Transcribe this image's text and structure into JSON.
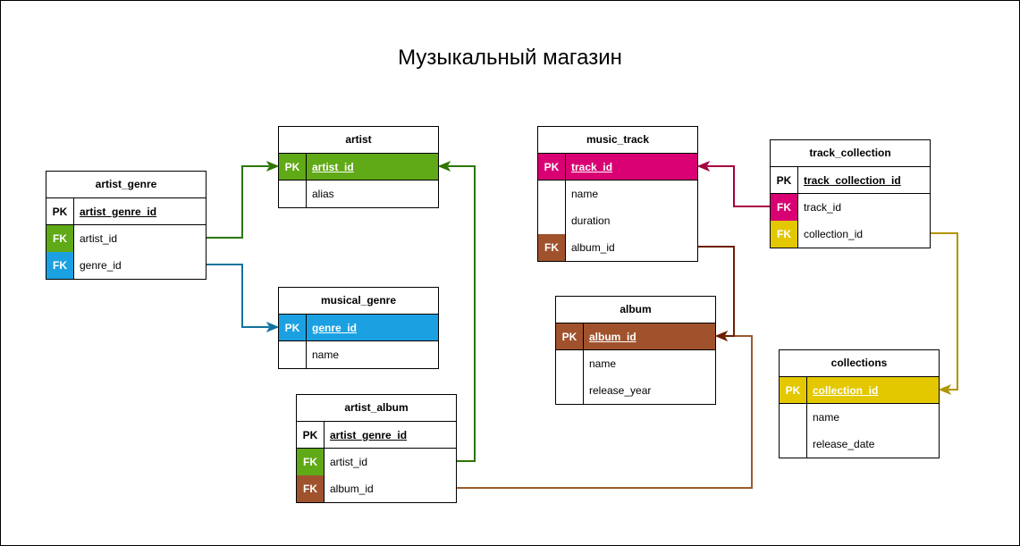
{
  "diagram": {
    "title": "Музыкальный магазин",
    "colors": {
      "green": "#60a917",
      "blue": "#1ba1e2",
      "pink": "#d80073",
      "brown": "#a0522d",
      "yellow": "#e3c800",
      "edge_green": "#2d7600",
      "edge_blue": "#10739e",
      "edge_pink": "#a50040",
      "edge_brown": "#6d1f00",
      "edge_brown_light": "#9b5a2a",
      "edge_yellow": "#b09500"
    },
    "tables": {
      "artist": {
        "name": "artist",
        "rows": [
          {
            "key": "PK",
            "field": "artist_id",
            "color": "green"
          },
          {
            "key": "",
            "field": "alias"
          }
        ]
      },
      "artist_genre": {
        "name": "artist_genre",
        "rows": [
          {
            "key": "PK",
            "field": "artist_genre_id"
          },
          {
            "key": "FK",
            "field": "artist_id",
            "color": "green"
          },
          {
            "key": "FK",
            "field": "genre_id",
            "color": "blue"
          }
        ]
      },
      "musical_genre": {
        "name": "musical_genre",
        "rows": [
          {
            "key": "PK",
            "field": "genre_id",
            "color": "blue"
          },
          {
            "key": "",
            "field": "name"
          }
        ]
      },
      "artist_album": {
        "name": "artist_album",
        "rows": [
          {
            "key": "PK",
            "field": "artist_genre_id"
          },
          {
            "key": "FK",
            "field": "artist_id",
            "color": "green"
          },
          {
            "key": "FK",
            "field": "album_id",
            "color": "brown"
          }
        ]
      },
      "music_track": {
        "name": "music_track",
        "rows": [
          {
            "key": "PK",
            "field": "track_id",
            "color": "pink"
          },
          {
            "key": "",
            "field": "name"
          },
          {
            "key": "",
            "field": "duration"
          },
          {
            "key": "FK",
            "field": "album_id",
            "color": "brown"
          }
        ]
      },
      "album": {
        "name": "album",
        "rows": [
          {
            "key": "PK",
            "field": "album_id",
            "color": "brown"
          },
          {
            "key": "",
            "field": "name"
          },
          {
            "key": "",
            "field": "release_year"
          }
        ]
      },
      "track_collection": {
        "name": "track_collection",
        "rows": [
          {
            "key": "PK",
            "field": "track_collection_id"
          },
          {
            "key": "FK",
            "field": "track_id",
            "color": "pink"
          },
          {
            "key": "FK",
            "field": "collection_id",
            "color": "yellow"
          }
        ]
      },
      "collections": {
        "name": "collections",
        "rows": [
          {
            "key": "PK",
            "field": "collection_id",
            "color": "yellow"
          },
          {
            "key": "",
            "field": "name"
          },
          {
            "key": "",
            "field": "release_date"
          }
        ]
      }
    },
    "relations": [
      {
        "from": "artist_genre.artist_id",
        "to": "artist.artist_id",
        "color": "edge_green"
      },
      {
        "from": "artist_genre.genre_id",
        "to": "musical_genre.genre_id",
        "color": "edge_blue"
      },
      {
        "from": "artist_album.artist_id",
        "to": "artist.artist_id",
        "color": "edge_green"
      },
      {
        "from": "artist_album.album_id",
        "to": "album.album_id",
        "color": "edge_brown_light"
      },
      {
        "from": "music_track.album_id",
        "to": "album.album_id",
        "color": "edge_brown"
      },
      {
        "from": "track_collection.track_id",
        "to": "music_track.track_id",
        "color": "edge_pink"
      },
      {
        "from": "track_collection.collection_id",
        "to": "collections.collection_id",
        "color": "edge_yellow"
      }
    ]
  }
}
